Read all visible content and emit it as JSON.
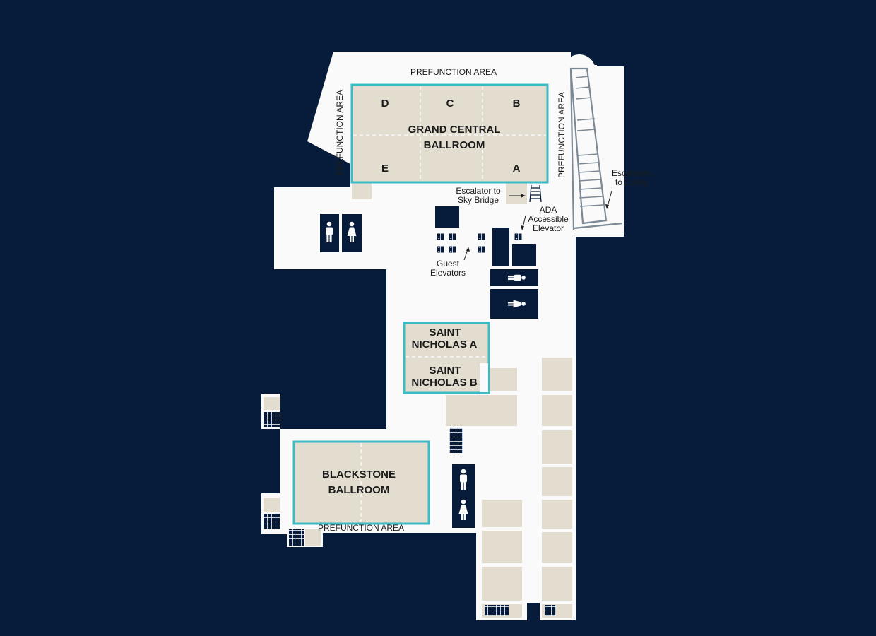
{
  "colors": {
    "background": "#061c3a",
    "floor": "#fafafa",
    "room": "#e2ddce",
    "room_border": "#3bbcc4",
    "dark": "#061c3a",
    "label": "#1b1b1b"
  },
  "labels": {
    "prefunction_top": "PREFUNCTION AREA",
    "prefunction_left": "PREFUNCTION AREA",
    "prefunction_right": "PREFUNCTION AREA",
    "prefunction_bottom": "PREFUNCTION AREA",
    "escalator_sky_line1": "Escalator to",
    "escalator_sky_line2": "Sky Bridge",
    "escalators_lobby_line1": "Escalators",
    "escalators_lobby_line2": "to Lobby",
    "ada_line1": "ADA",
    "ada_line2": "Accessible",
    "ada_line3": "Elevator",
    "guest_line1": "Guest",
    "guest_line2": "Elevators"
  },
  "rooms": {
    "grand_central": {
      "name_line1": "GRAND CENTRAL",
      "name_line2": "BALLROOM",
      "sections": {
        "a": "A",
        "b": "B",
        "c": "C",
        "d": "D",
        "e": "E"
      }
    },
    "saint_nicholas_a": {
      "line1": "SAINT",
      "line2": "NICHOLAS A"
    },
    "saint_nicholas_b": {
      "line1": "SAINT",
      "line2": "NICHOLAS B"
    },
    "blackstone": {
      "line1": "BLACKSTONE",
      "line2": "BALLROOM"
    }
  },
  "icons": {
    "restrooms": [
      "men-restroom-icon",
      "women-restroom-icon"
    ],
    "elevators": "elevator-icon",
    "stairs": "stairs-icon",
    "escalator": "escalator-icon"
  }
}
